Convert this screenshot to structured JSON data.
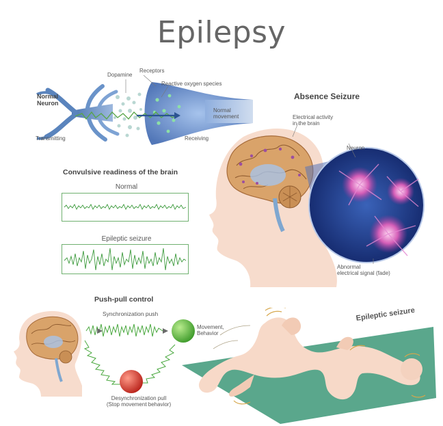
{
  "title": "Epilepsy",
  "neuron": {
    "normal_neuron": "Normal\nNeuron",
    "dopamine": "Dopamine",
    "receptors": "Receptors",
    "ros": "Reactive oxygen species",
    "normal_movement": "Normal\nmovement",
    "transmitting": "Transmitting",
    "receiving": "Receiving"
  },
  "absence": {
    "title": "Absence Seizure",
    "electrical": "Electrical activity\nin the brain",
    "neuron": "Neuron",
    "abnormal": "Abnormal\nelectrical signal (fade)"
  },
  "convulsive": {
    "title": "Convulsive readiness of the brain",
    "normal": "Normal",
    "seizure": "Epileptic seizure"
  },
  "pushpull": {
    "title": "Push-pull control",
    "sync": "Synchronization push",
    "movement": "Movement,\nBehavior",
    "desync": "Desynchronization pull\n(Stop movement behavior)"
  },
  "epileptic": {
    "label": "Epileptic seizure"
  },
  "colors": {
    "neuron_blue": "#6a93c9",
    "wave_green": "#3c9a3c",
    "mat_teal": "#5aa78c",
    "skin": "#f7d9c8",
    "green_ball": "#5cb840",
    "red_ball": "#d8362a"
  }
}
